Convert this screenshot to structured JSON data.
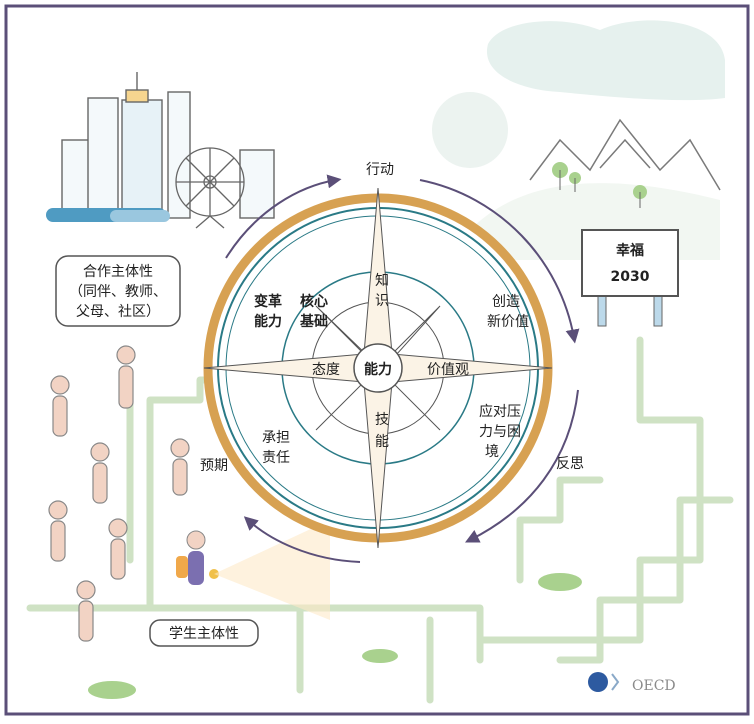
{
  "compass": {
    "center": "能力",
    "north": "知识",
    "south": "技能",
    "west": "态度",
    "east": "价值观",
    "top_action": "行动"
  },
  "core_labels": {
    "transformative": "变革能力",
    "foundation": "核心基础"
  },
  "ring_labels": {
    "create_value": "创造新价值",
    "cope_pressure": "应对压力与困境",
    "responsibility": "承担责任",
    "anticipation": "预期",
    "reflection": "反思"
  },
  "signboard": {
    "line1": "幸福",
    "line2": "2030"
  },
  "bubbles": {
    "co_agency": "合作主体性（同伴、教师、父母、社区）",
    "co_agency_lines": [
      "合作主体性",
      "（同伴、教师、",
      "父母、社区）"
    ],
    "student_agency": "学生主体性"
  },
  "logo": {
    "text": "OECD"
  },
  "colors": {
    "border": "#5b4f78",
    "ring_gold": "#d7a152",
    "ring_teal": "#2a7a86",
    "path_green": "#cfe2c4",
    "arrow": "#5b4f78",
    "accent_orange": "#f0a84a",
    "figure_pink": "#f2d3c4",
    "sign_blue": "#bcd9ea"
  }
}
